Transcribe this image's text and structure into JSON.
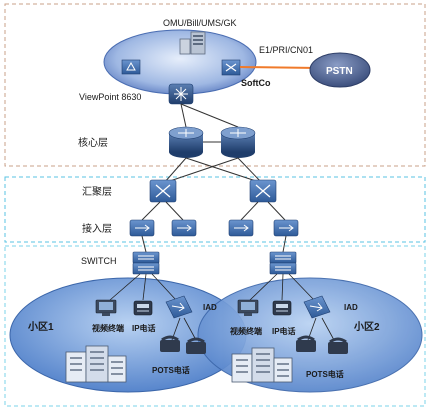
{
  "labels": {
    "omu": "OMU/Bill/UMS/GK",
    "e1": "E1/PRI/CN01",
    "pstn": "PSTN",
    "softco": "SoftCo",
    "viewpoint": "ViewPoint 8630",
    "core_layer": "核心层",
    "agg_layer": "汇聚层",
    "access_layer": "接入层",
    "switch": "SWITCH",
    "area1": "小区1",
    "area2": "小区2",
    "video_terminal_1": "视频终端",
    "ip_phone_1": "IP电话",
    "iad_1": "IAD",
    "pots_1": "POTS电话",
    "video_terminal_2": "视频终端",
    "ip_phone_2": "IP电话",
    "iad_2": "IAD",
    "pots_2": "POTS电话"
  },
  "colors": {
    "core_border": "#c9a08a",
    "agg_border": "#59c3e3",
    "access_border": "#7bd3ea",
    "area_fill": "#6f9bd8",
    "pstn_fill": "#5a6f9c",
    "link_orange": "#f07a2a",
    "device_blue": "#3f6fae"
  }
}
